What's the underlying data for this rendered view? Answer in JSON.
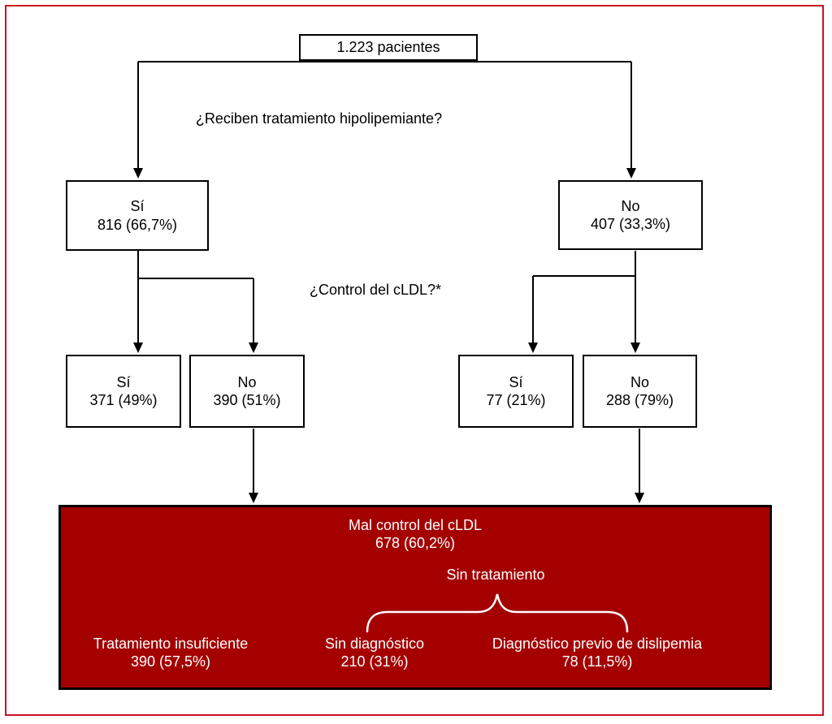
{
  "figure": {
    "root": {
      "label": "1.223 pacientes"
    },
    "questions": {
      "treatment": "¿Reciben tratamiento hipolipemiante?",
      "control": "¿Control del cLDL?*"
    },
    "treatment": {
      "yes": {
        "label": "Sí",
        "value": "816 (66,7%)"
      },
      "no": {
        "label": "No",
        "value": "407 (33,3%)"
      }
    },
    "control_treated": {
      "yes": {
        "label": "Sí",
        "value": "371 (49%)"
      },
      "no": {
        "label": "No",
        "value": "390 (51%)"
      }
    },
    "control_untreated": {
      "yes": {
        "label": "Sí",
        "value": "77 (21%)"
      },
      "no": {
        "label": "No",
        "value": "288 (79%)"
      }
    },
    "outcome": {
      "title": "Mal control del cLDL",
      "title_value": "678 (60,2%)",
      "group_label": "Sin tratamiento",
      "items": [
        {
          "label": "Tratamiento insuficiente",
          "value": "390 (57,5%)"
        },
        {
          "label": "Sin diagnóstico",
          "value": "210 (31%)"
        },
        {
          "label": "Diagnóstico previo de dislipemia",
          "value": "78 (11,5%)"
        }
      ]
    },
    "colors": {
      "highlight_bg": "#a40000",
      "frame_border": "#cd0f23",
      "line": "#000000",
      "text_on_highlight": "#ffffff"
    }
  }
}
